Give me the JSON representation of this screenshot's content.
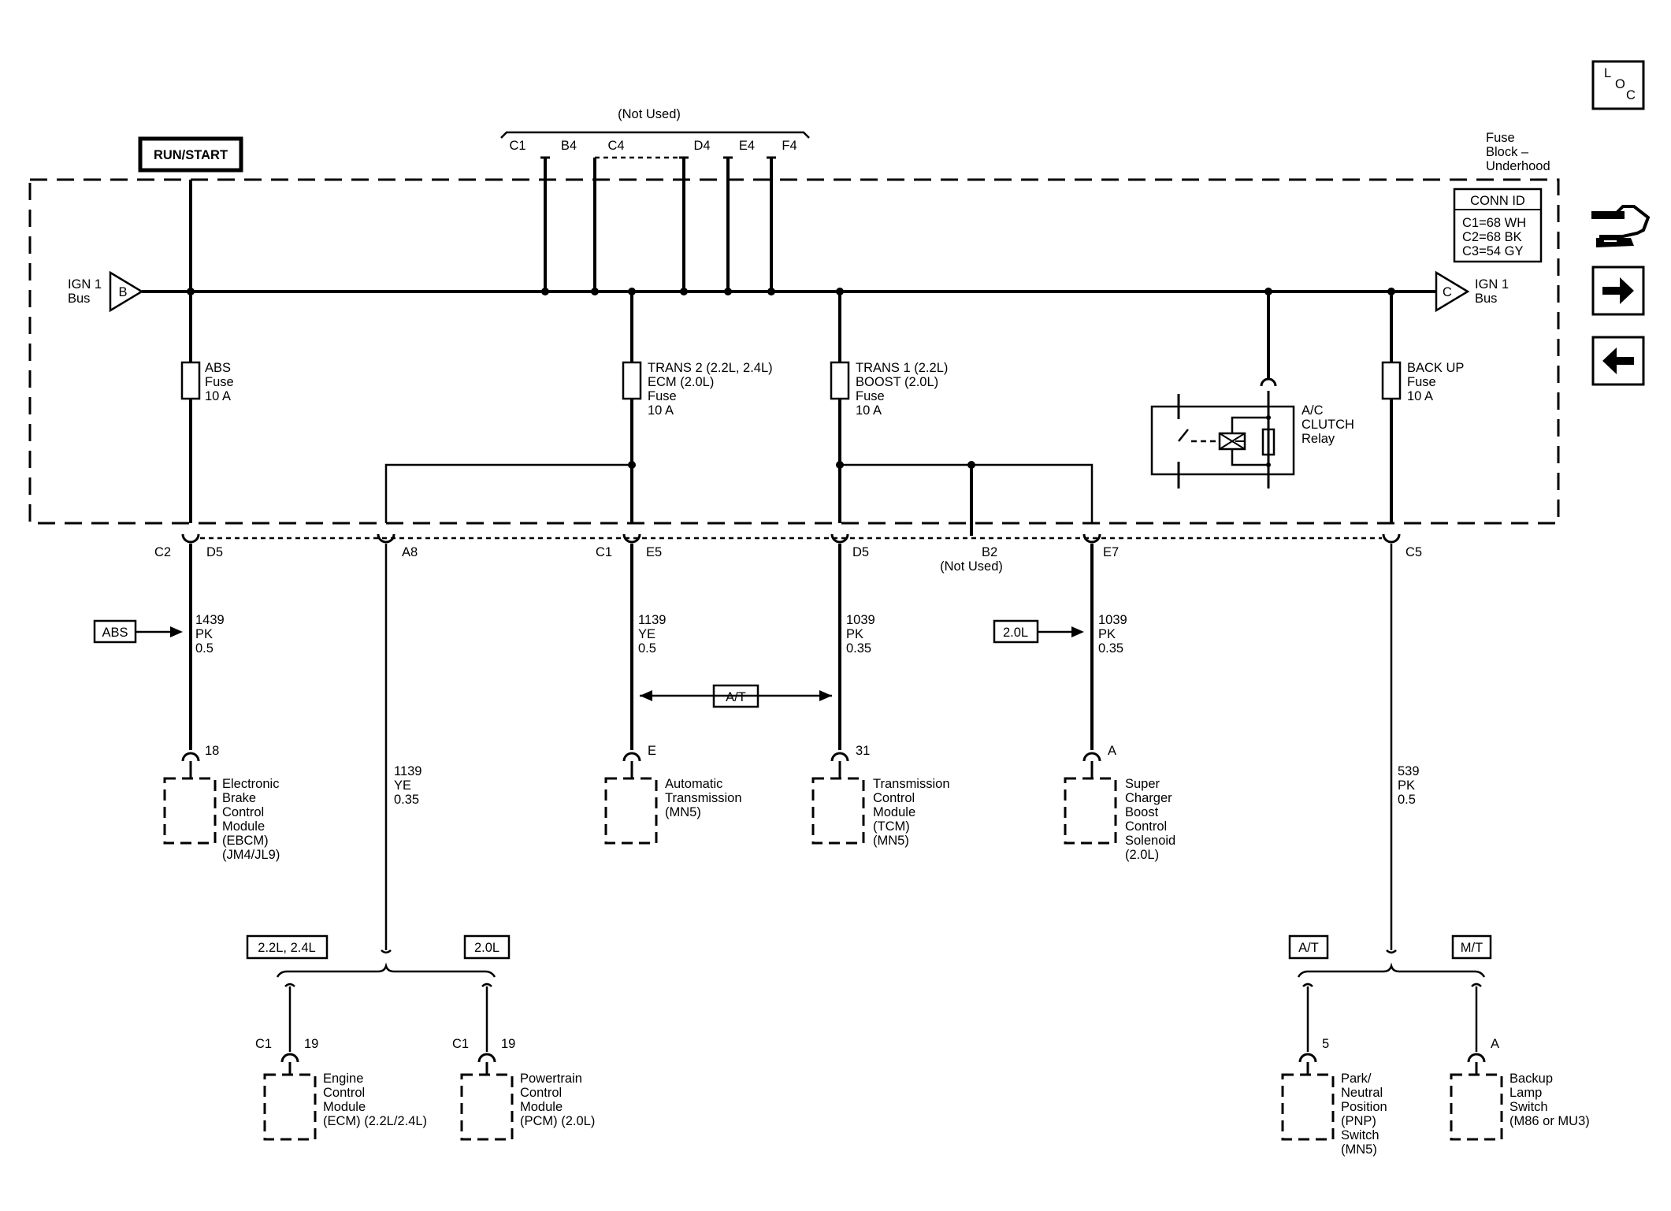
{
  "power": {
    "run_start": "RUN/START"
  },
  "top_connector": {
    "not_used": "(Not Used)",
    "pins": [
      "C1",
      "B4",
      "C4",
      "D4",
      "E4",
      "F4"
    ]
  },
  "fuse_block": {
    "line1": "Fuse",
    "line2": "Block –",
    "line3": "Underhood"
  },
  "conn_id": {
    "title": "CONN ID",
    "rows": [
      "C1=68 WH",
      "C2=68 BK",
      "C3=54 GY"
    ]
  },
  "buses": {
    "left": {
      "line1": "IGN 1",
      "line2": "Bus",
      "letter": "B"
    },
    "right": {
      "line1": "IGN 1",
      "line2": "Bus",
      "letter": "C"
    }
  },
  "fuses": {
    "abs": [
      "ABS",
      "Fuse",
      "10 A"
    ],
    "trans2": [
      "TRANS 2 (2.2L, 2.4L)",
      "ECM (2.0L)",
      "Fuse",
      "10 A"
    ],
    "trans1": [
      "TRANS 1 (2.2L)",
      "BOOST (2.0L)",
      "Fuse",
      "10 A"
    ],
    "backup": [
      "BACK UP",
      "Fuse",
      "10 A"
    ]
  },
  "relay": [
    "A/C",
    "CLUTCH",
    "Relay"
  ],
  "block_connectors": {
    "c2": "C2",
    "d5a": "D5",
    "a8": "A8",
    "c1": "C1",
    "e5": "E5",
    "d5b": "D5",
    "b2": "B2",
    "b2_note": "(Not Used)",
    "e7": "E7",
    "c5": "C5"
  },
  "option_tags": {
    "abs": "ABS",
    "twol_right": "2.0L",
    "at_mid": "A/T",
    "engine_a": "2.2L, 2.4L",
    "engine_b": "2.0L",
    "at_bottom": "A/T",
    "mt_bottom": "M/T"
  },
  "wires": {
    "w1": [
      "1439",
      "PK",
      "0.5"
    ],
    "w2": [
      "1139",
      "YE",
      "0.35"
    ],
    "w3": [
      "1139",
      "YE",
      "0.5"
    ],
    "w4": [
      "1039",
      "PK",
      "0.35"
    ],
    "w5": [
      "1039",
      "PK",
      "0.35"
    ],
    "w6": [
      "539",
      "PK",
      "0.5"
    ]
  },
  "components": {
    "ebcm": {
      "pin": "18",
      "lines": [
        "Electronic",
        "Brake",
        "Control",
        "Module",
        "(EBCM)",
        "(JM4/JL9)"
      ]
    },
    "auto_trans": {
      "pin": "E",
      "lines": [
        "Automatic",
        "Transmission",
        "(MN5)"
      ]
    },
    "tcm": {
      "pin": "31",
      "lines": [
        "Transmission",
        "Control",
        "Module",
        "(TCM)",
        "(MN5)"
      ]
    },
    "supercharger": {
      "pin": "A",
      "lines": [
        "Super",
        "Charger",
        "Boost",
        "Control",
        "Solenoid",
        "(2.0L)"
      ]
    },
    "ecm": {
      "conn": "C1",
      "pin": "19",
      "lines": [
        "Engine",
        "Control",
        "Module",
        "(ECM) (2.2L/2.4L)"
      ]
    },
    "pcm": {
      "conn": "C1",
      "pin": "19",
      "lines": [
        "Powertrain",
        "Control",
        "Module",
        "(PCM) (2.0L)"
      ]
    },
    "pnp": {
      "pin": "5",
      "lines": [
        "Park/",
        "Neutral",
        "Position",
        "(PNP)",
        "Switch",
        "(MN5)"
      ]
    },
    "backup_switch": {
      "pin": "A",
      "lines": [
        "Backup",
        "Lamp",
        "Switch",
        "(M86 or MU3)"
      ]
    }
  },
  "nav": {
    "loc_l": "L",
    "loc_o": "O",
    "loc_c": "C"
  },
  "icons": [
    "loc-icon",
    "harness-connector-icon",
    "arrow-right-icon",
    "arrow-left-icon"
  ]
}
